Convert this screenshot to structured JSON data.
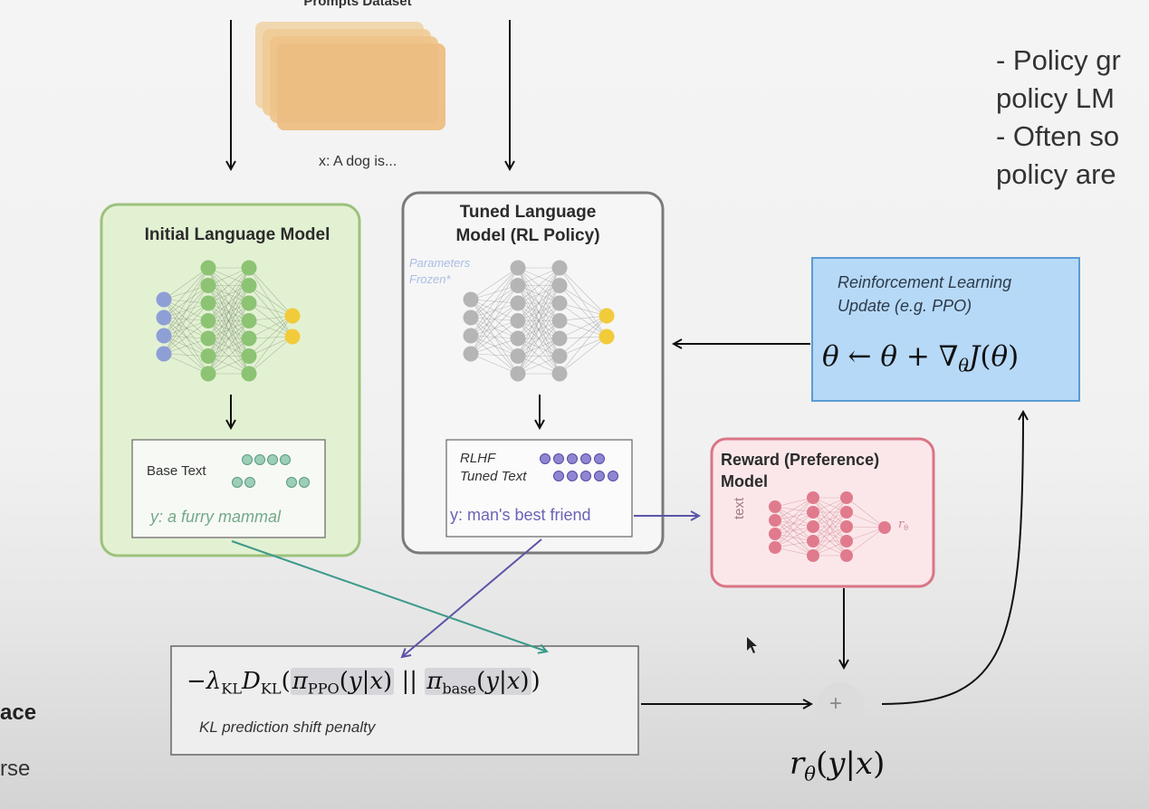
{
  "dataset": {
    "title": "Prompts Dataset",
    "prompt": "x: A dog is..."
  },
  "initial_model": {
    "title": "Initial Language Model",
    "output_label": "Base Text",
    "output_text": "y: a furry mammal"
  },
  "tuned_model": {
    "title_line1": "Tuned Language",
    "title_line2": "Model (RL Policy)",
    "frozen_line1": "Parameters",
    "frozen_line2": "Frozen*",
    "output_label_line1": "RLHF",
    "output_label_line2": "Tuned Text",
    "output_text": "y: man's best friend"
  },
  "reward_model": {
    "title_line1": "Reward (Preference)",
    "title_line2": "Model",
    "input_label": "text"
  },
  "rl_update": {
    "title_line1": "Reinforcement Learning",
    "title_line2": "Update (e.g. PPO)"
  },
  "kl_penalty": {
    "caption": "KL prediction shift penalty"
  },
  "sum_symbol": "+",
  "side_text": {
    "line1": "- Policy gr",
    "line2": "policy LM",
    "line3": "- Often so",
    "line4": "policy are"
  },
  "left_cut": {
    "word1": "ace",
    "word2": "rse"
  },
  "colors": {
    "green_fill": "#e3f1d3",
    "green_border": "#9cc27c",
    "green_node": "#8cc473",
    "gray_node": "#b5b5b5",
    "blue_node": "#8e9fd6",
    "yellow_node": "#f2cb3b",
    "reward_fill": "#fbe7ea",
    "reward_border": "#d97585",
    "reward_node": "#e07b8d",
    "rl_fill": "#b6d9f7",
    "rl_border": "#5b9bd5",
    "teal_arrow": "#3c9a8a",
    "purple_arrow": "#5b55a8"
  }
}
